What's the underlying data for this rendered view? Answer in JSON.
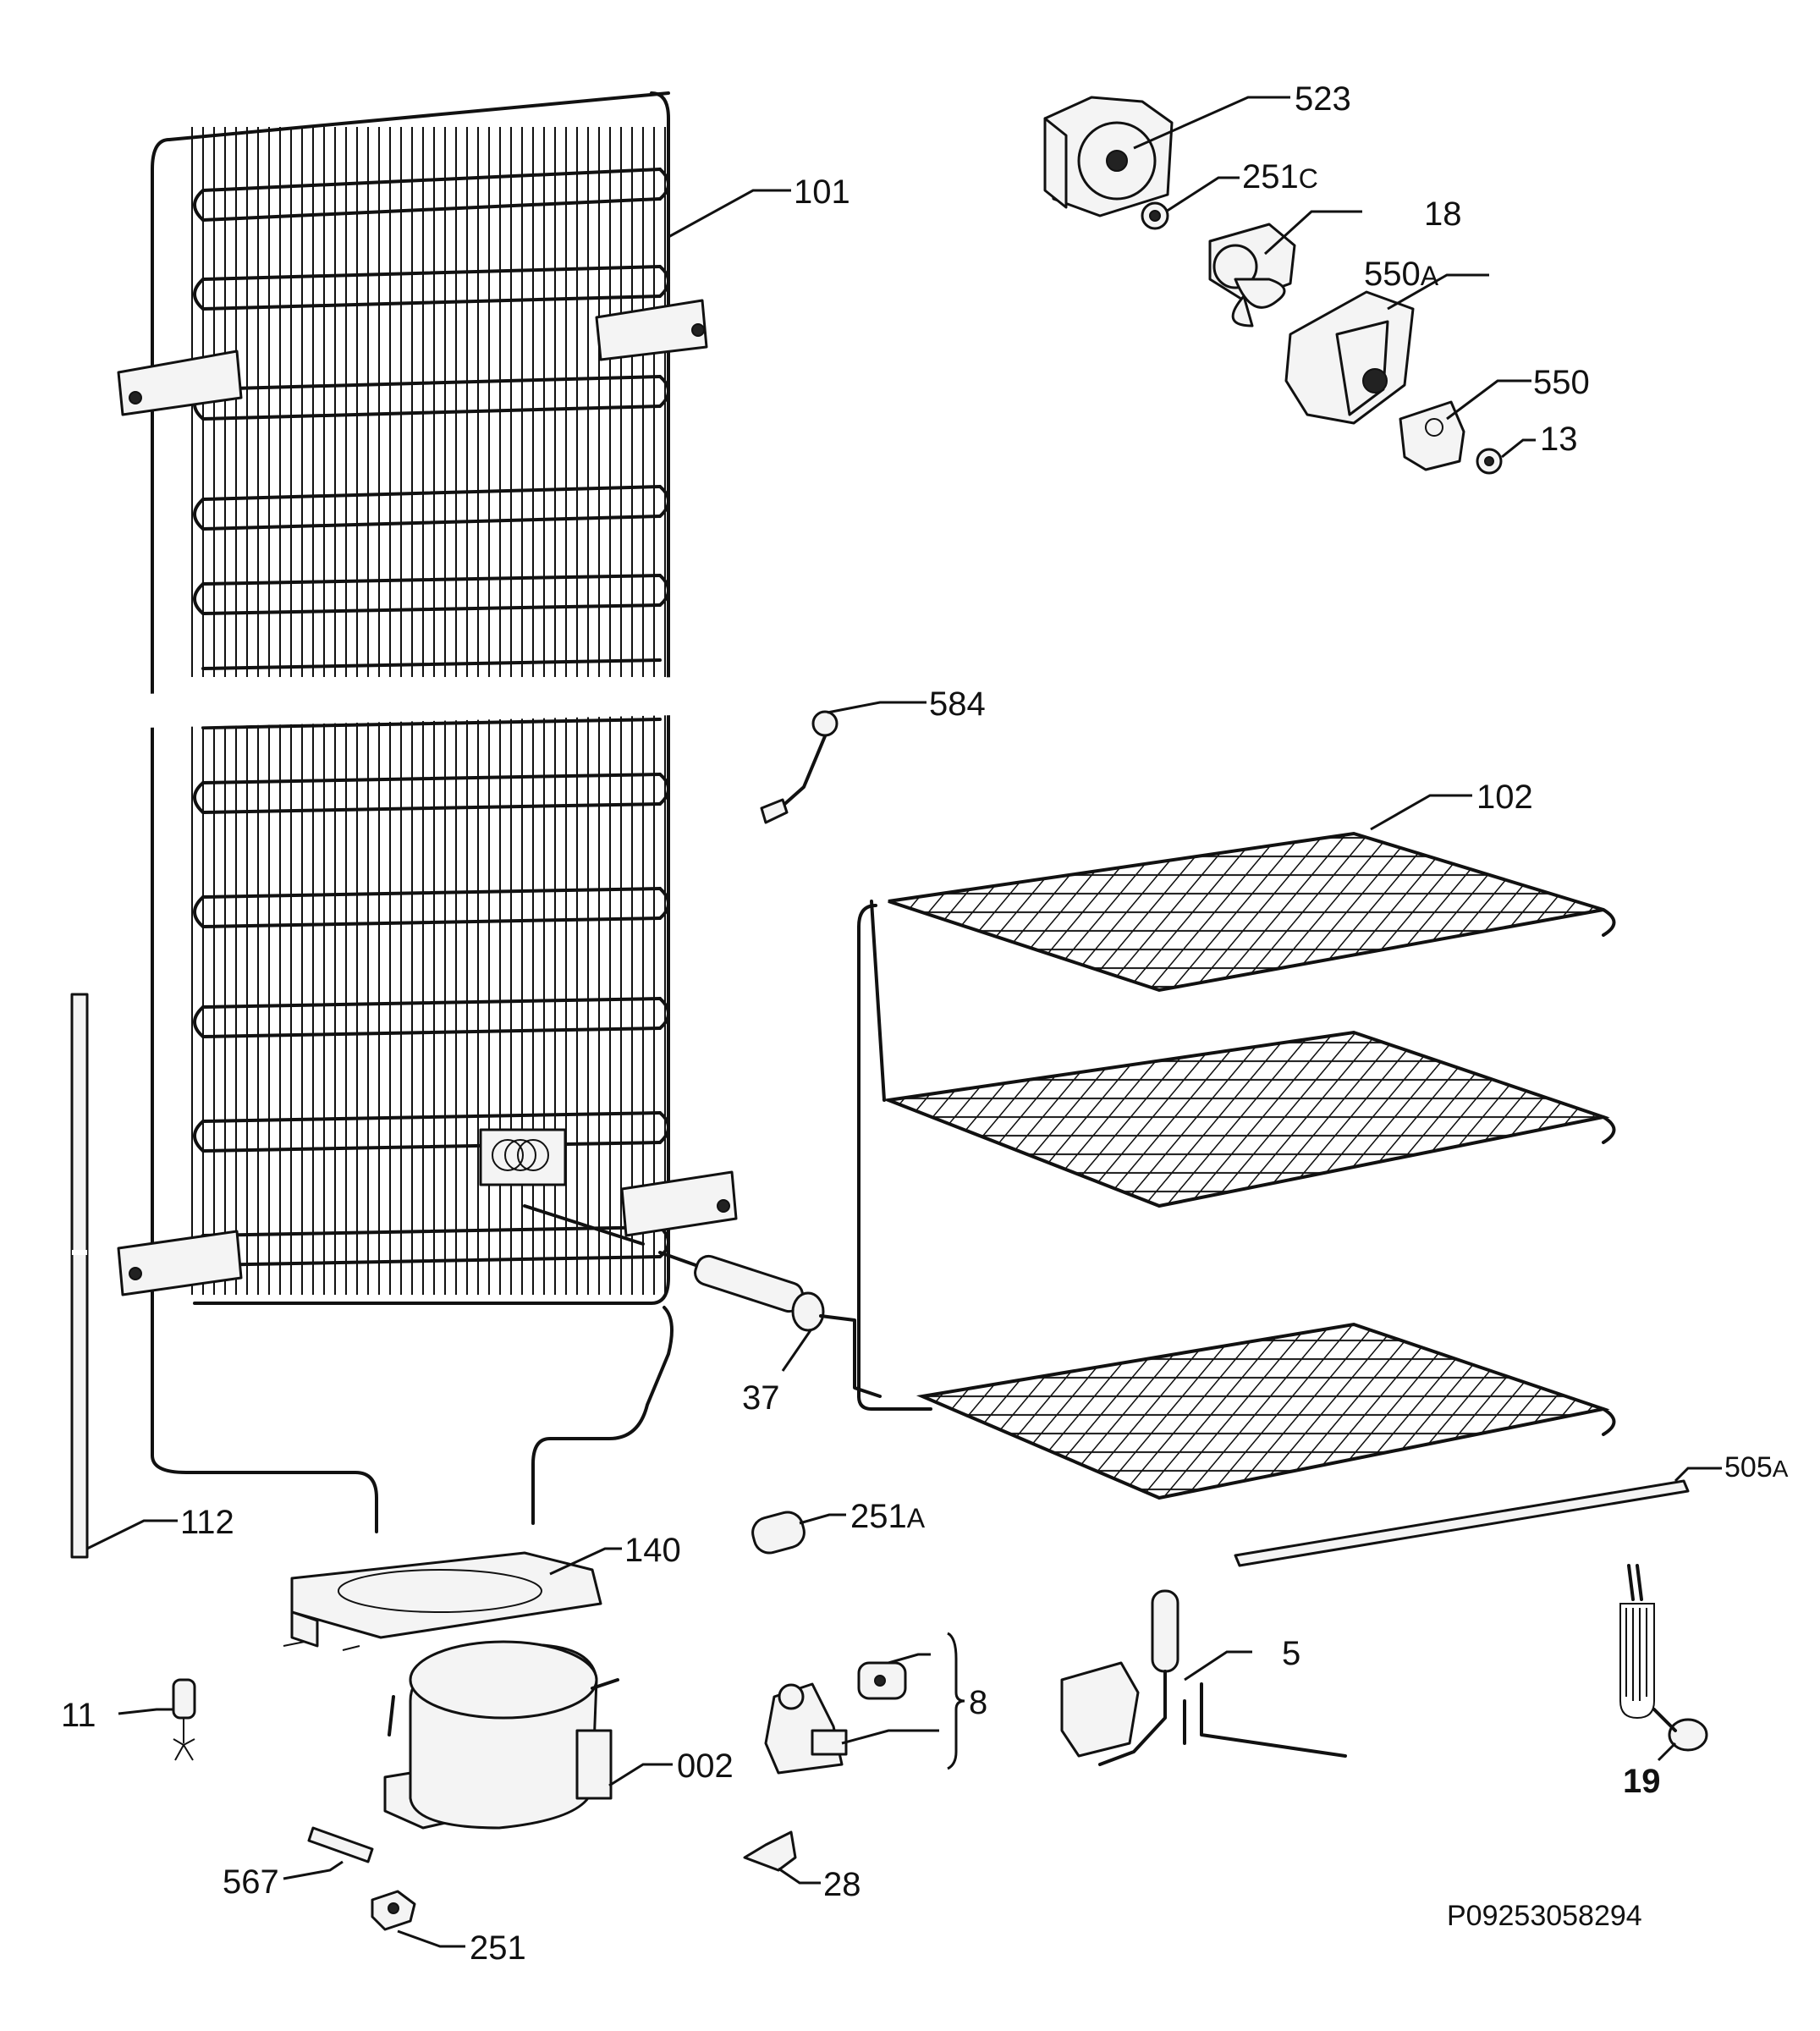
{
  "diagram": {
    "document_code": "P09253058294",
    "labels": {
      "l523": "523",
      "l251c_num": "251",
      "l251c_suf": "C",
      "l18": "18",
      "l550a_num": "550",
      "l550a_suf": "A",
      "l550": "550",
      "l13": "13",
      "l101": "101",
      "l584": "584",
      "l102": "102",
      "l37": "37",
      "l505a_num": "505",
      "l505a_suf": "A",
      "l112": "112",
      "l140": "140",
      "l251a_num": "251",
      "l251a_suf": "A",
      "l5": "5",
      "l8": "8",
      "l11": "11",
      "l002": "002",
      "l19": "19",
      "l567": "567",
      "l28": "28",
      "l251": "251"
    }
  }
}
